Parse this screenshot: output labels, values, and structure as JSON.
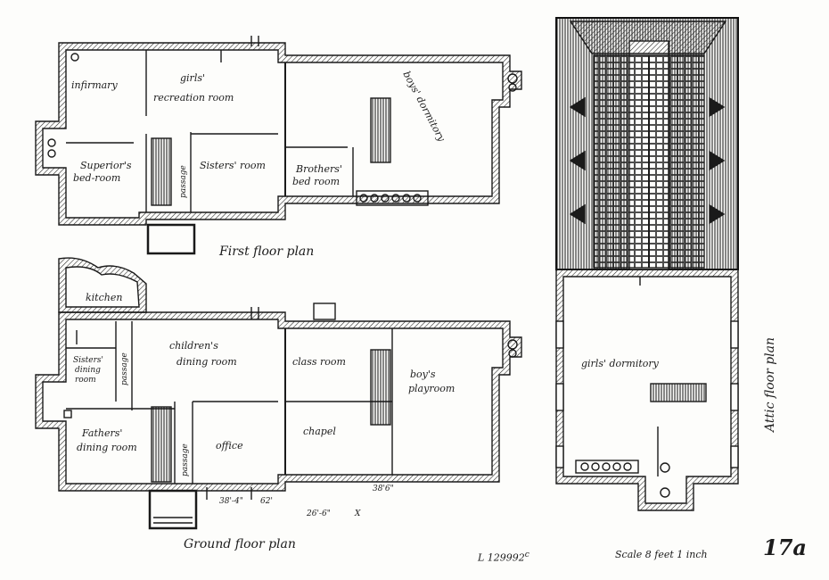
{
  "first_floor": {
    "caption": "First floor plan",
    "rooms": {
      "infirmary": "infirmary",
      "girls_recreation_1": "girls'",
      "girls_recreation_2": "recreation room",
      "boys_dormitory": "boys' dormitory",
      "superiors_1": "Superior's",
      "superiors_2": "bed-room",
      "passage": "passage",
      "sisters_room": "Sisters' room",
      "brothers_1": "Brothers'",
      "brothers_2": "bed room"
    }
  },
  "ground_floor": {
    "caption": "Ground floor plan",
    "rooms": {
      "kitchen": "kitchen",
      "sisters_dining_1": "Sisters'",
      "sisters_dining_2": "dining",
      "sisters_dining_3": "room",
      "passage_left": "passage",
      "childrens_1": "children's",
      "childrens_2": "dining room",
      "class_room": "class room",
      "boys_playroom_1": "boy's",
      "boys_playroom_2": "playroom",
      "fathers_1": "Fathers'",
      "fathers_2": "dining room",
      "passage_right": "passage",
      "office": "office",
      "chapel": "chapel"
    },
    "dimensions": {
      "dim_a": "38'-4\"",
      "dim_b": "62'",
      "dim_c": "26'-6\"",
      "dim_d": "X",
      "dim_e": "38'6\""
    }
  },
  "attic": {
    "caption": "Attic floor plan",
    "rooms": {
      "girls_dormitory": "girls' dormitory"
    }
  },
  "footer": {
    "reference": "L 129992",
    "reference_sup": "c",
    "scale": "Scale 8 feet 1 inch",
    "page_number": "17a"
  }
}
